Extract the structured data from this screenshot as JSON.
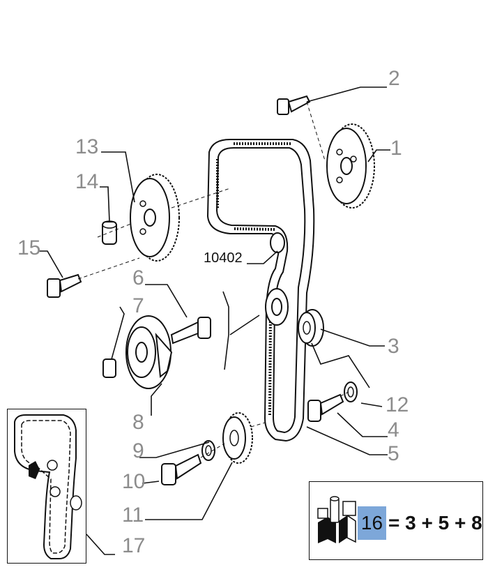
{
  "figure": {
    "callouts": {
      "c1": "1",
      "c2": "2",
      "c3": "3",
      "c4": "4",
      "c5": "5",
      "c6": "6",
      "c7": "7",
      "c8": "8",
      "c9": "9",
      "c10": "10",
      "c11": "11",
      "c12": "12",
      "c13": "13",
      "c14": "14",
      "c15": "15",
      "c17": "17"
    },
    "belt_code": "10402"
  },
  "kit": {
    "number": "16",
    "formula": "= 3 + 5 + 8",
    "number_highlight": "#7da7d9"
  }
}
